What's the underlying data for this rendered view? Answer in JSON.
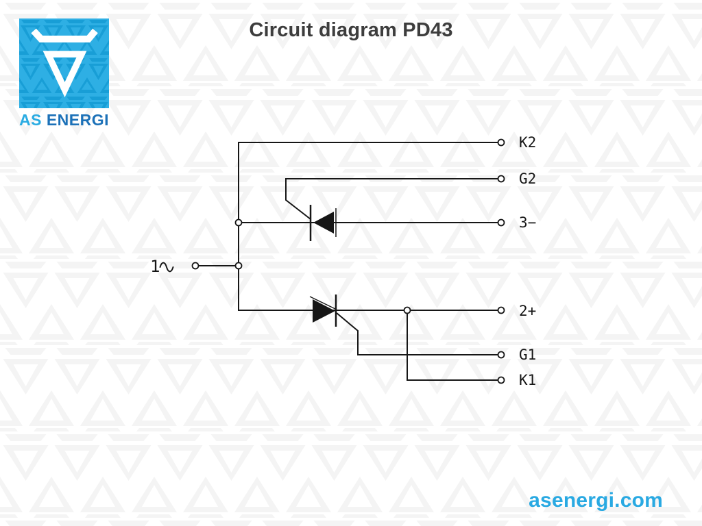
{
  "page": {
    "title": "Circuit diagram PD43"
  },
  "logo": {
    "word1": "AS",
    "word2": "ENERGI"
  },
  "footer": {
    "website": "asenergi.com"
  },
  "colors": {
    "accent_light": "#29abe2",
    "accent_dark": "#1c71b8",
    "logo_bg": "#2eafe4",
    "logo_pattern": "#149bd4",
    "wire": "#161616",
    "title_text": "#3d3d3d",
    "bg_pattern": "#f4f4f4",
    "website_text": "#29a9e2"
  },
  "diagram": {
    "source": {
      "label": "1",
      "symbol": "sine-wave"
    },
    "terminals": [
      {
        "id": "K2",
        "label": "K2"
      },
      {
        "id": "G2",
        "label": "G2"
      },
      {
        "id": "3-",
        "label": "3−"
      },
      {
        "id": "2+",
        "label": "2+"
      },
      {
        "id": "G1",
        "label": "G1"
      },
      {
        "id": "K1",
        "label": "K1"
      }
    ],
    "components": [
      {
        "id": "thyristor-top",
        "type": "thyristor",
        "orientation": "cathode-left"
      },
      {
        "id": "thyristor-bottom",
        "type": "thyristor",
        "orientation": "cathode-right"
      }
    ]
  }
}
